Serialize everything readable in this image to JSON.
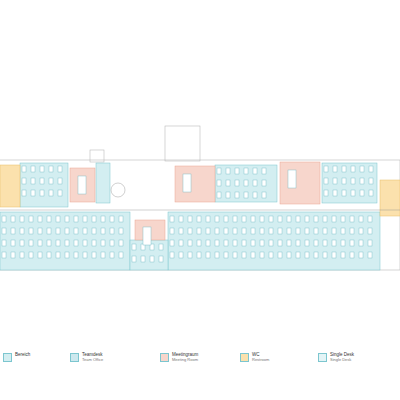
{
  "diagram": {
    "labels": [
      "Team Office",
      "Meeting Room",
      "Restroom",
      "Single Desk"
    ],
    "legend": [
      {
        "text": "Bereich",
        "color": "#d3eef1"
      },
      {
        "text": "Teamdesk",
        "color": "#cde8ee"
      },
      {
        "text": "Meetingraum",
        "color": "#f7d6cc"
      },
      {
        "text": "WC",
        "color": "#fbe1ad"
      },
      {
        "text": "Single Desk",
        "color": "#e3f4f6"
      }
    ]
  }
}
